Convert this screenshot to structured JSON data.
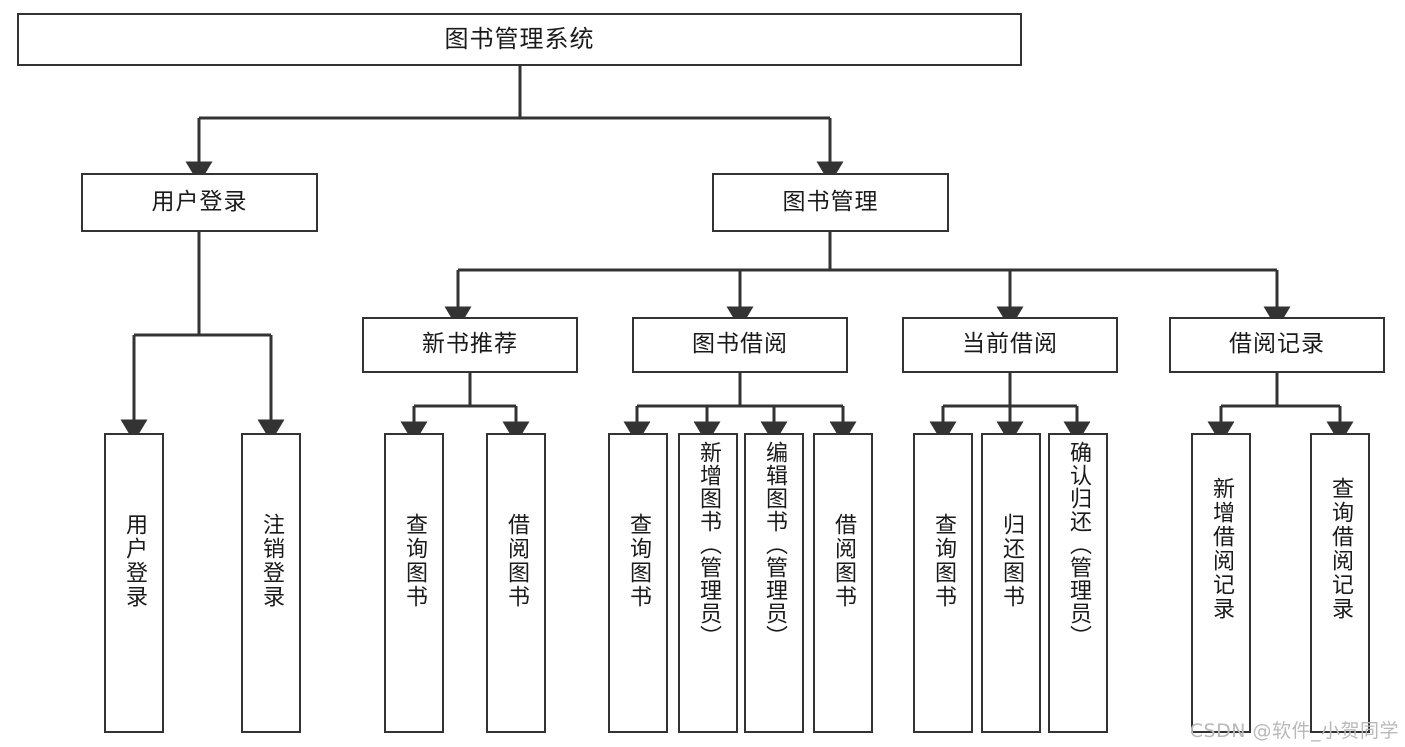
{
  "diagram": {
    "type": "tree",
    "title": "图书管理系统",
    "orientation": "top-down",
    "edge_color": "#333333",
    "node_border_color": "#333333",
    "node_fill_color": "#ffffff",
    "text_color": "#1a1a1a",
    "nodes": {
      "root": "图书管理系统",
      "level2": [
        "用户登录",
        "图书管理"
      ],
      "level3": [
        "新书推荐",
        "图书借阅",
        "当前借阅",
        "借阅记录"
      ],
      "leaves": {
        "user_login": [
          "用户登录",
          "注销登录"
        ],
        "new_book_recommend": [
          "查询图书",
          "借阅图书"
        ],
        "book_borrow": [
          "查询图书",
          "新增图书（管理员）",
          "编辑图书（管理员）",
          "借阅图书"
        ],
        "current_borrow": [
          "查询图书",
          "归还图书",
          "确认归还（管理员）"
        ],
        "borrow_record": [
          "新增借阅记录",
          "查询借阅记录"
        ]
      }
    }
  },
  "watermark": {
    "text": "CSDN @软件_小贺同学",
    "color": "#b9b9b9"
  }
}
